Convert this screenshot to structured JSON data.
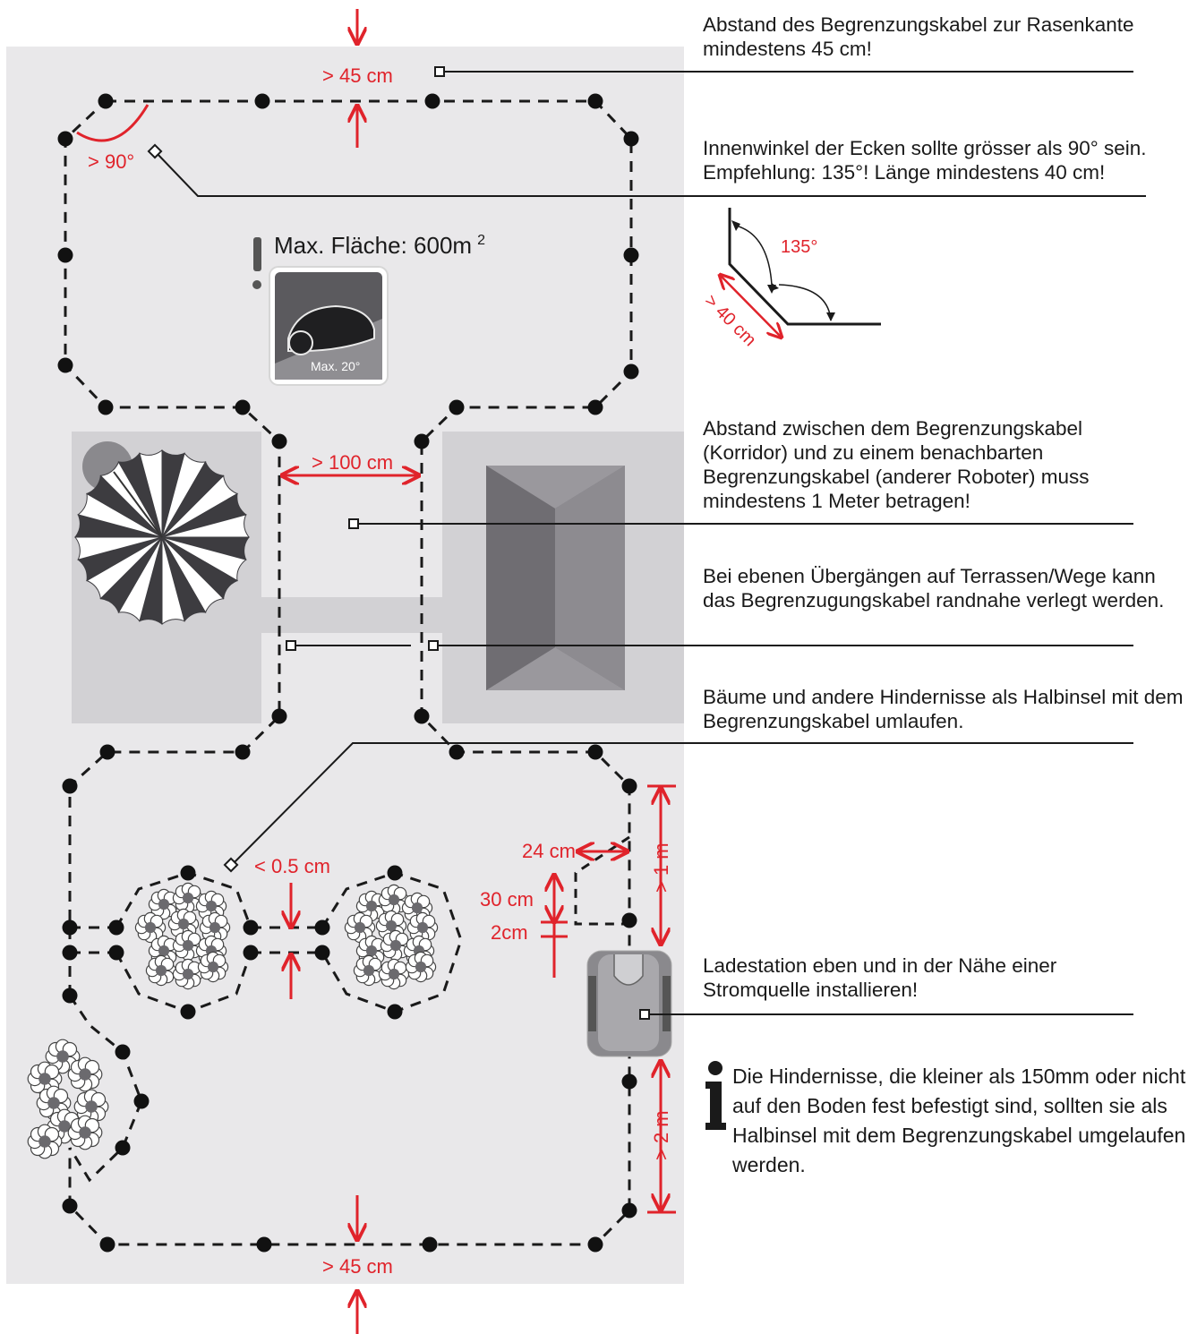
{
  "annotations": {
    "top_gap": "> 45 cm",
    "corner_angle": "> 90°",
    "max_area": "Max. Fläche: 600m",
    "max_area_sup": "2",
    "slope_label": "Max. 20°",
    "corridor_width": "> 100 cm",
    "wire_gap": "< 0.5 cm",
    "station_side_offset": "24 cm",
    "station_depth": "30 cm",
    "station_gap": "2cm",
    "front_clearance": "> 1 m",
    "rear_clearance": "> 2 m",
    "bottom_gap": "> 45 cm"
  },
  "corner_detail": {
    "angle": "135°",
    "length": "> 40 cm"
  },
  "notes": [
    "Abstand des Begrenzungskabel zur Rasenkante mindestens 45 cm!",
    "Innenwinkel der Ecken sollte grösser als 90° sein. Empfehlung: 135°! Länge mindestens 40 cm!",
    "Abstand zwischen dem Begrenzungskabel (Korridor) und zu einem benachbarten Begrenzungskabel (anderer Roboter) muss mindestens 1 Meter betragen!",
    "Bei ebenen Übergängen auf Terrassen/Wege kann das Begrenzugungskabel randnahe verlegt werden.",
    "Bäume und andere Hindernisse als Halbinsel mit dem Begrenzungskabel umlaufen.",
    "Ladestation eben und in der Nähe einer Stromquelle installieren!"
  ],
  "info": {
    "icon": "info-icon",
    "text": "Die Hindernisse, die kleiner als 150mm oder nicht auf den Boden fest befestigt sind, sollten sie als Halbinsel mit dem Begrenzungskabel umgelaufen werden."
  },
  "colors": {
    "lawn": "#e9e8ea",
    "paving": "#d2d1d4",
    "house": "#838186",
    "wire": "#1a1a1a",
    "accent_red": "#e0232b"
  }
}
